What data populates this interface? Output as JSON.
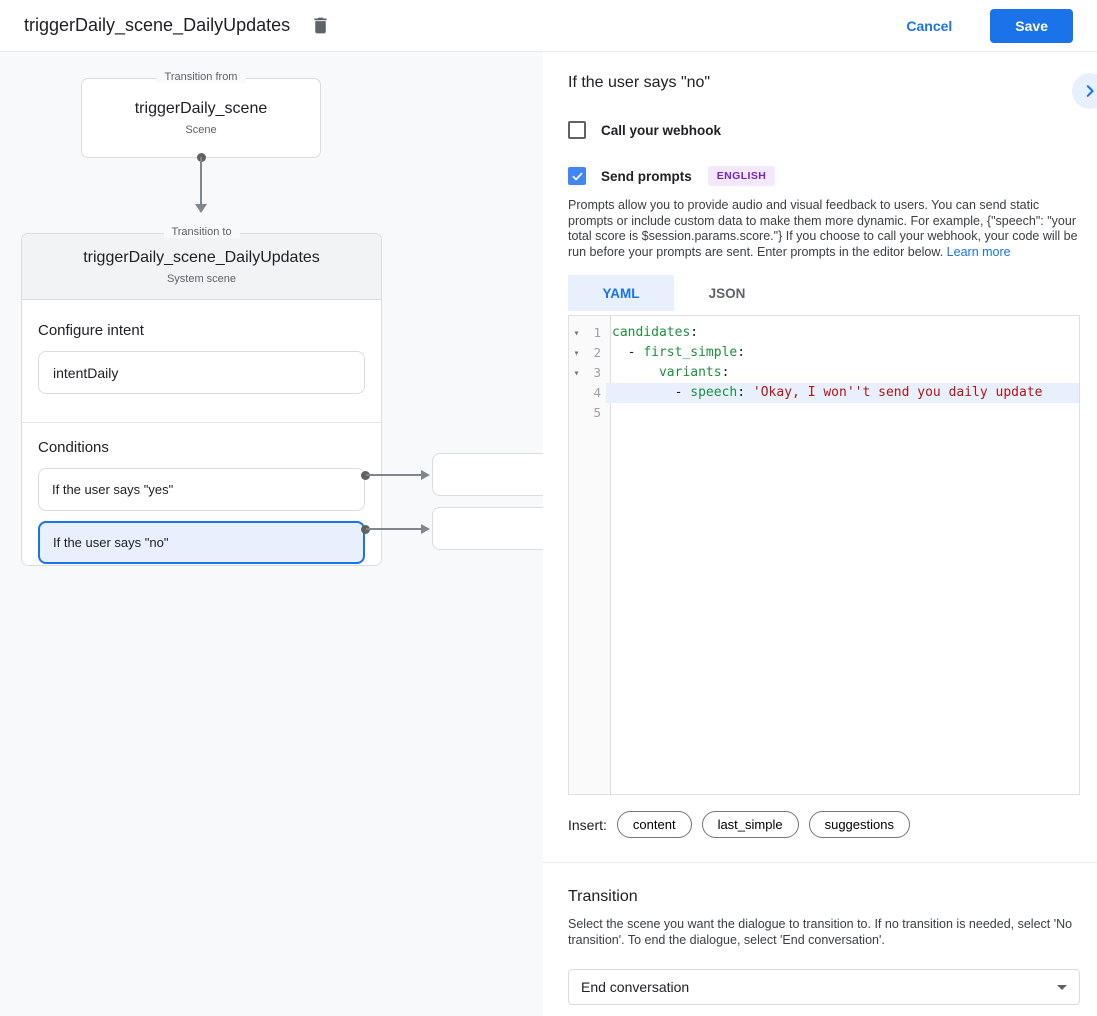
{
  "colors": {
    "accent": "#1a73e8",
    "checkbox_checked": "#4285f4",
    "selected_bg": "#e8f0fe",
    "badge_bg": "#f3e8fd",
    "badge_text": "#7627bb",
    "code_key": "#1e8e3e",
    "code_string": "#b31412",
    "canvas_bg": "#f8f9fa"
  },
  "header": {
    "title": "triggerDaily_scene_DailyUpdates",
    "cancel": "Cancel",
    "save": "Save"
  },
  "canvas": {
    "from_box": {
      "legend": "Transition from",
      "title": "triggerDaily_scene",
      "subtitle": "Scene"
    },
    "to_box": {
      "legend": "Transition to",
      "title": "triggerDaily_scene_DailyUpdates",
      "subtitle": "System scene",
      "intent_label": "Configure intent",
      "intent_value": "intentDaily",
      "conditions_label": "Conditions",
      "conditions": [
        {
          "label": "If the user says \"yes\""
        },
        {
          "label": "If the user says \"no\""
        }
      ]
    }
  },
  "panel": {
    "title": "If the user says \"no\"",
    "webhook_label": "Call your webhook",
    "prompts_label": "Send prompts",
    "language_badge": "ENGLISH",
    "description": "Prompts allow you to provide audio and visual feedback to users. You can send static prompts or include custom data to make them more dynamic. For example, {\"speech\": \"your total score is $session.params.score.\"} If you choose to call your webhook, your code will be run before your prompts are sent. Enter prompts in the editor below. ",
    "learn_more": "Learn more",
    "tabs": [
      {
        "label": "YAML"
      },
      {
        "label": "JSON"
      }
    ],
    "editor": {
      "lines": [
        {
          "num": "1",
          "tokens": [
            {
              "text": "candidates",
              "type": "key"
            },
            {
              "text": ":",
              "type": "plain"
            }
          ]
        },
        {
          "num": "2",
          "tokens": [
            {
              "text": "  - ",
              "type": "plain"
            },
            {
              "text": "first_simple",
              "type": "key"
            },
            {
              "text": ":",
              "type": "plain"
            }
          ]
        },
        {
          "num": "3",
          "tokens": [
            {
              "text": "      ",
              "type": "plain"
            },
            {
              "text": "variants",
              "type": "key"
            },
            {
              "text": ":",
              "type": "plain"
            }
          ]
        },
        {
          "num": "4",
          "tokens": [
            {
              "text": "        - ",
              "type": "plain"
            },
            {
              "text": "speech",
              "type": "key"
            },
            {
              "text": ": ",
              "type": "plain"
            },
            {
              "text": "'Okay, I won''t send you daily update",
              "type": "string"
            }
          ]
        },
        {
          "num": "5",
          "tokens": []
        }
      ]
    },
    "insert_label": "Insert:",
    "chips": [
      "content",
      "last_simple",
      "suggestions"
    ],
    "transition": {
      "title": "Transition",
      "description": "Select the scene you want the dialogue to transition to. If no transition is needed, select 'No transition'. To end the dialogue, select 'End conversation'.",
      "value": "End conversation"
    }
  }
}
